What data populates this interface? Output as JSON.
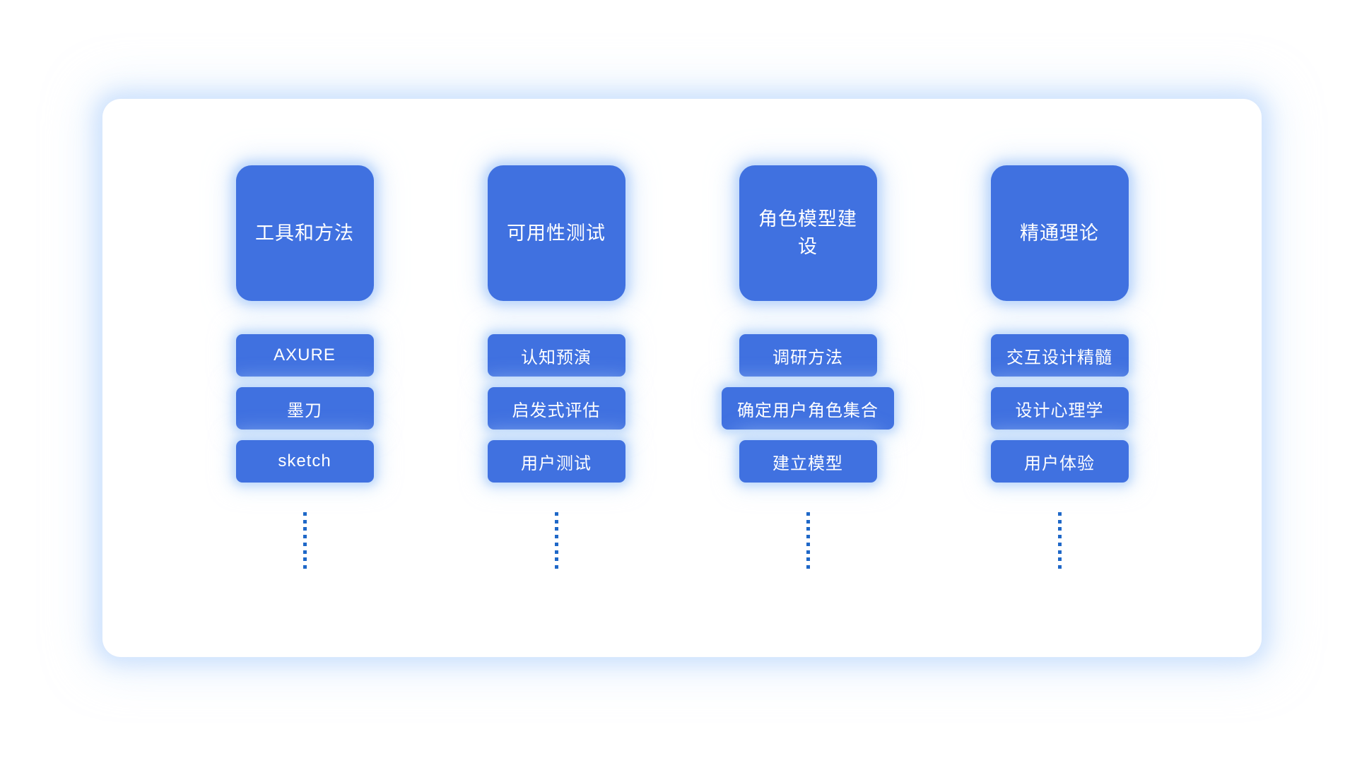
{
  "theme": {
    "accent_blue": "#4071E0",
    "dot_blue": "#1F68C8",
    "glow_blue": "#AFCEFA",
    "panel_background": "#FFFFFF",
    "text_color": "#FFFFFF"
  },
  "panel": {
    "columns": [
      {
        "header": "工具和方法",
        "items": [
          "AXURE",
          "墨刀",
          "sketch"
        ],
        "ellipsis_dots": 8
      },
      {
        "header": "可用性测试",
        "items": [
          "认知预演",
          "启发式评估",
          "用户测试"
        ],
        "ellipsis_dots": 8
      },
      {
        "header": "角色模型建设",
        "items": [
          "调研方法",
          "确定用户角色集合",
          "建立模型"
        ],
        "ellipsis_dots": 8
      },
      {
        "header": "精通理论",
        "items": [
          "交互设计精髓",
          "设计心理学",
          "用户体验"
        ],
        "ellipsis_dots": 8
      }
    ]
  }
}
